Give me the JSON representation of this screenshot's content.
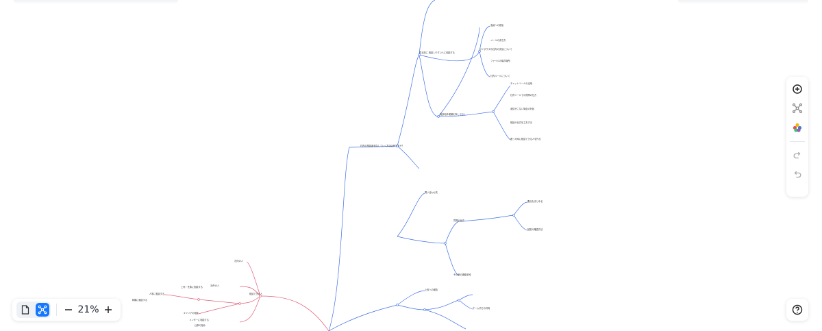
{
  "zoom": {
    "level": "21%",
    "minus": "−",
    "plus": "+"
  },
  "mindmap": {
    "blue_nodes": [
      "社内の相談者を探していく方法は何ですか？",
      "見る前に 相談しやすい人に相談する",
      "相談相手候補を探しておく",
      "チャットツールの活用",
      "社内ツールでの質問の仕方",
      "返信がこない場合の対処",
      "相談の仕方を工夫する",
      "困った時に相談できる人を作る",
      "サイボウズの社内の文化について",
      "会議への参加",
      "メールの書き方",
      "ファイルの保存場所",
      "社内ルールについて",
      "問い合わせ先",
      "質問の仕方",
      "要点をまとめる",
      "回答の確認方法",
      "その他の連絡手段",
      "上長への報告",
      "チーム内での共有"
    ],
    "red_nodes": [
      "相談できる人",
      "社内の人",
      "社外の人",
      "上司・先輩に相談する",
      "同期に相談する",
      "人事に相談する",
      "キャリアの相談",
      "メンターに相談する",
      "仕事の悩み"
    ]
  }
}
